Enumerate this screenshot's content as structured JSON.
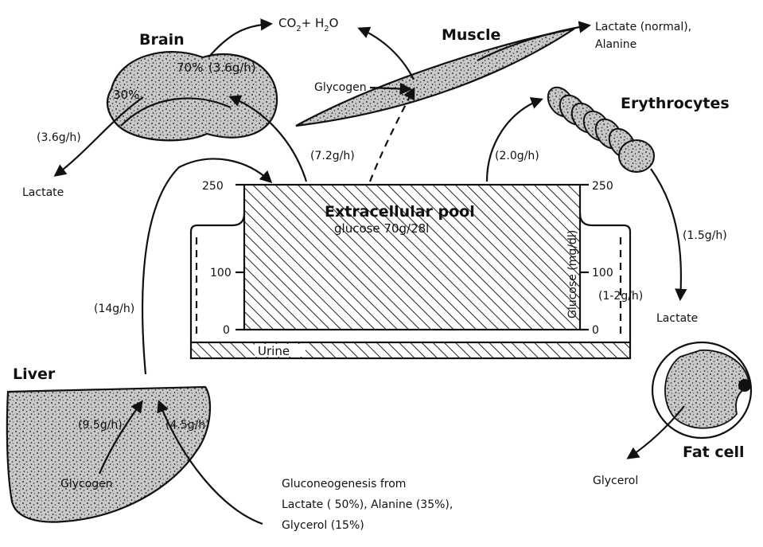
{
  "organs": {
    "brain": "Brain",
    "muscle": "Muscle",
    "erythrocytes": "Erythrocytes",
    "liver": "Liver",
    "fat_cell": "Fat cell"
  },
  "pool": {
    "title": "Extracellular pool",
    "subtitle": "glucose 70g/28l",
    "axis_label": "Glucose (mg/dl)",
    "ticks_left": [
      "250",
      "100",
      "0"
    ],
    "ticks_right": [
      "250",
      "100",
      "0"
    ],
    "urine": "Urine"
  },
  "brain": {
    "pct70": "70%",
    "flux70": "(3.6g/h)",
    "pct30": "30%",
    "out_flux": "(3.6g/h)",
    "lactate": "Lactate",
    "input": "(7.2g/h)"
  },
  "products": {
    "co2": "CO",
    "co2_sub": "2",
    "plus_h2o": "+ H",
    "h2o_sub": "2",
    "o": "O"
  },
  "muscle": {
    "glycogen": "Glycogen",
    "output1": "Lactate (normal),",
    "output2": "Alanine"
  },
  "erythrocytes": {
    "input": "(2.0g/h)",
    "output": "(1.5g/h)",
    "lactate": "Lactate"
  },
  "liver": {
    "output": "(14g/h)",
    "glycogen_flux": "(9.5g/h)",
    "gng_flux": "(4.5g/h)",
    "glycogen": "Glycogen",
    "gng1": "Gluconeogenesis from",
    "gng2": "Lactate ( 50%), Alanine (35%),",
    "gng3": "Glycerol (15%)"
  },
  "urine_flux": "(1-2g/h)",
  "fat": {
    "glycerol": "Glycerol"
  }
}
